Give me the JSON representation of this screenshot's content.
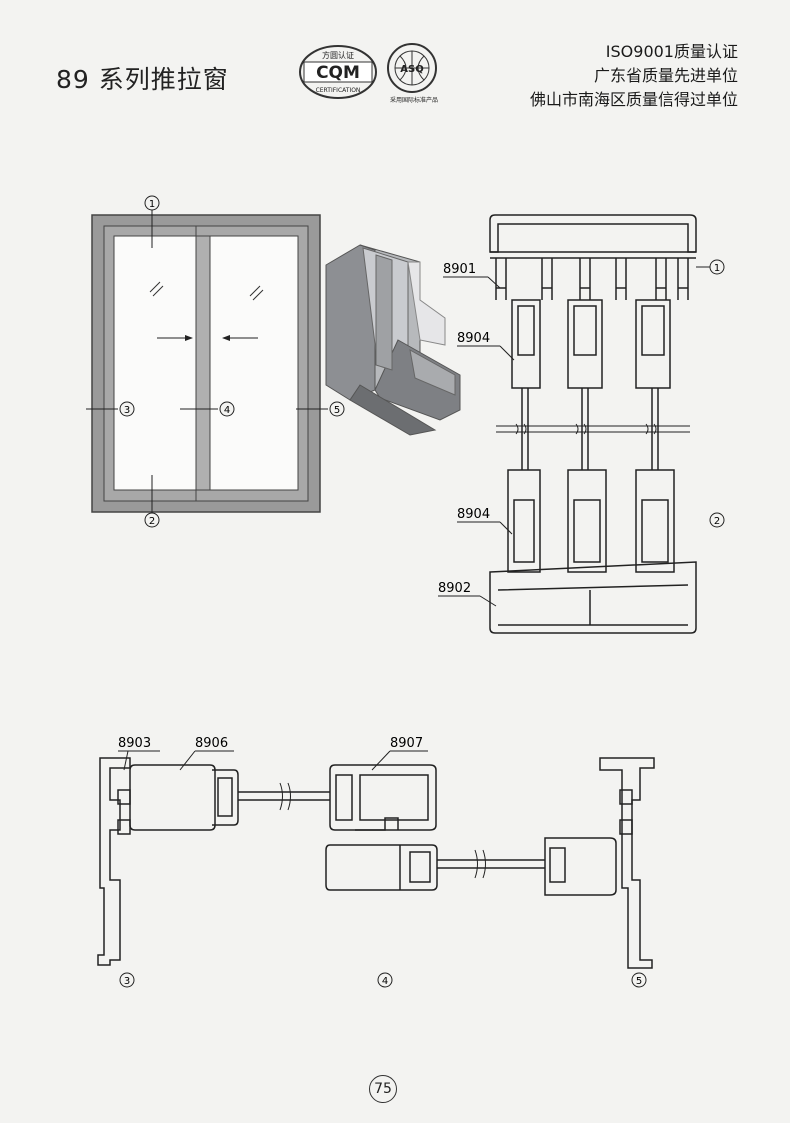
{
  "header": {
    "title": "89 系列推拉窗",
    "certifications": [
      "ISO9001质量认证",
      "广东省质量先进单位",
      "佛山市南海区质量信得过单位"
    ],
    "cqm_logo": {
      "top_text": "方圆认证",
      "main_text": "CQM",
      "bottom_text": "CERTIFICATION"
    },
    "asq_logo": {
      "main_text": "ASQ",
      "bottom_text": "采用国际标准产品"
    }
  },
  "window_diagram": {
    "markers": [
      "1",
      "2",
      "3",
      "4",
      "5"
    ]
  },
  "profiles": {
    "codes": [
      "8901",
      "8904",
      "8904",
      "8902",
      "8903",
      "8906",
      "8907"
    ]
  },
  "section_markers": [
    "1",
    "2",
    "3",
    "4",
    "5"
  ],
  "footer": {
    "page_number": "75"
  }
}
